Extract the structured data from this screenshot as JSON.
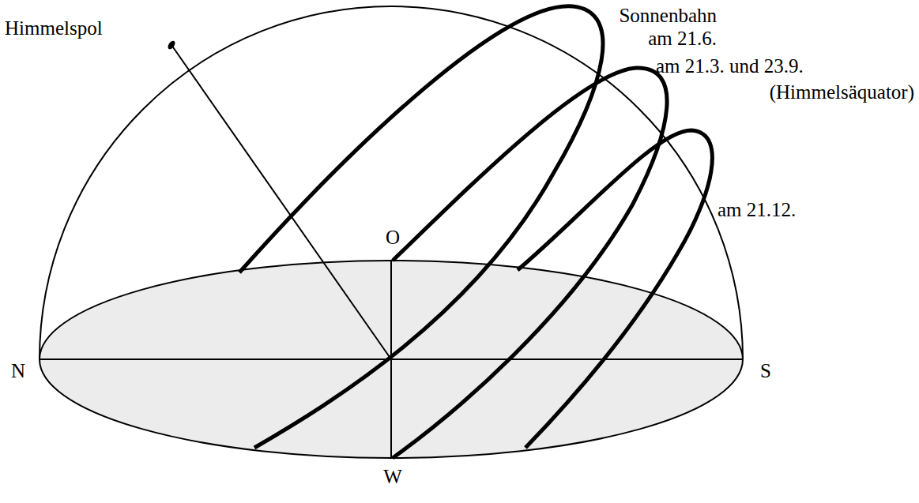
{
  "diagram": {
    "labels": [
      "Himmelspol",
      "Sonnenbahn am 21.6.",
      "am 21.3. und 23.9.",
      "(Himmelsäquator)",
      "am 21.12.",
      "O",
      "N",
      "S",
      "W"
    ]
  }
}
